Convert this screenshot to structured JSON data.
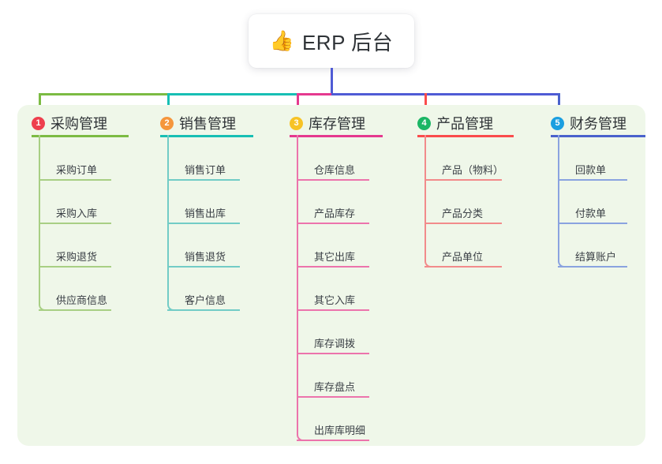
{
  "root": {
    "icon": "thumbs-up-emoji",
    "icon_glyph": "👍",
    "label": "ERP 后台"
  },
  "theme": {
    "page_background": "#ffffff",
    "panel_background": "#eff7e9",
    "root_box_background": "#ffffff",
    "root_text_color": "#2f3337",
    "stem_color": "#4f5bd5"
  },
  "columns": [
    {
      "index": "1",
      "title": "采购管理",
      "badge_color": "#ee3f4d",
      "line_color": "#7cbb43",
      "leaf_line_color": "#a8cf84",
      "items": [
        {
          "label": "采购订单"
        },
        {
          "label": "采购入库"
        },
        {
          "label": "采购退货"
        },
        {
          "label": "供应商信息"
        }
      ]
    },
    {
      "index": "2",
      "title": "销售管理",
      "badge_color": "#f5963c",
      "line_color": "#17bfb4",
      "leaf_line_color": "#72ccc6",
      "items": [
        {
          "label": "销售订单"
        },
        {
          "label": "销售出库"
        },
        {
          "label": "销售退货"
        },
        {
          "label": "客户信息"
        }
      ]
    },
    {
      "index": "3",
      "title": "库存管理",
      "badge_color": "#f7c325",
      "line_color": "#e5398f",
      "leaf_line_color": "#ec74ac",
      "items": [
        {
          "label": "仓库信息"
        },
        {
          "label": "产品库存"
        },
        {
          "label": "其它出库"
        },
        {
          "label": "其它入库"
        },
        {
          "label": "库存调拨"
        },
        {
          "label": "库存盘点"
        },
        {
          "label": "出库库明细"
        }
      ]
    },
    {
      "index": "4",
      "title": "产品管理",
      "badge_color": "#1bb665",
      "line_color": "#fa4c4c",
      "leaf_line_color": "#f28b8b",
      "items": [
        {
          "label": "产品（物料）"
        },
        {
          "label": "产品分类"
        },
        {
          "label": "产品单位"
        }
      ]
    },
    {
      "index": "5",
      "title": "财务管理",
      "badge_color": "#1b9fe0",
      "line_color": "#4a62cc",
      "leaf_line_color": "#8aa3e0",
      "items": [
        {
          "label": "回款单"
        },
        {
          "label": "付款单"
        },
        {
          "label": "结算账户"
        }
      ]
    }
  ]
}
